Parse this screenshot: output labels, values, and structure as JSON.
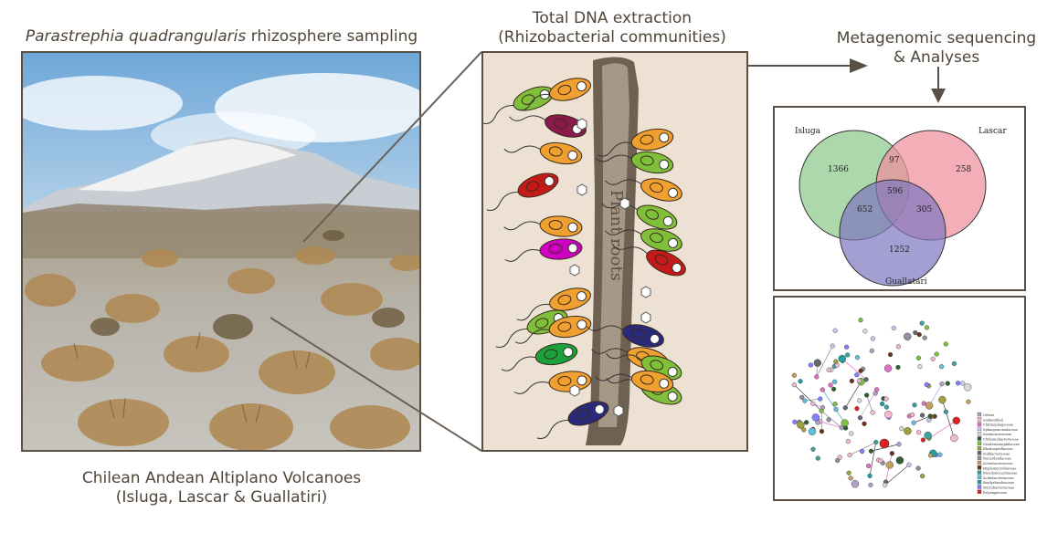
{
  "left": {
    "title_italic": "Parastrephia quadrangularis",
    "title_rest": " rhizosphere sampling",
    "caption_line1": "Chilean Andean Altiplano Volcanoes",
    "caption_line2": "(Isluga, Lascar & Guallatiri)"
  },
  "middle": {
    "title_line1": "Total DNA extraction",
    "title_line2": "(Rhizobacterial communities)",
    "root_label": "Plant roots"
  },
  "right": {
    "title_line1": "Metagenomic sequencing",
    "title_line2": "& Analyses"
  },
  "venn": {
    "sets": [
      "Isluga",
      "Lascar",
      "Guallatari"
    ],
    "colors": [
      "#8cc98a",
      "#ef8f9c",
      "#7e76bf"
    ],
    "counts": {
      "isluga_only": "1366",
      "lascar_only": "258",
      "guallatari_only": "1252",
      "isluga_lascar": "97",
      "isluga_guallatari": "652",
      "lascar_guallatari": "305",
      "all": "596"
    }
  },
  "network": {
    "legend": [
      {
        "label": "Others",
        "color": "#b0a0c8"
      },
      {
        "label": "unidentified",
        "color": "#f2b8d0"
      },
      {
        "label": "Chitinophagaceae",
        "color": "#e070c0"
      },
      {
        "label": "Sphingomonadaceae",
        "color": "#c8c8e8"
      },
      {
        "label": "Sandaracinaceae",
        "color": "#d8d8d8"
      },
      {
        "label": "Chthoniobacteraceae",
        "color": "#306030"
      },
      {
        "label": "Geodermatophilaceae",
        "color": "#80c040"
      },
      {
        "label": "Rhodospirillaceae",
        "color": "#a0a040"
      },
      {
        "label": "Solibacteraceae",
        "color": "#606870"
      },
      {
        "label": "Nocardioidaceae",
        "color": "#9090a0"
      },
      {
        "label": "Acetobacteraceae",
        "color": "#c0a060"
      },
      {
        "label": "Hyphomicrobiaceae",
        "color": "#703020"
      },
      {
        "label": "Pseudonocardiaceae",
        "color": "#40a0a0"
      },
      {
        "label": "Acidobacteriaceae",
        "color": "#60c0e0"
      },
      {
        "label": "Bradyrhizobiaceae",
        "color": "#20a0a0"
      },
      {
        "label": "Microbacteriaceae",
        "color": "#8080ff"
      },
      {
        "label": "Polyangiaceae",
        "color": "#e02020"
      }
    ]
  }
}
